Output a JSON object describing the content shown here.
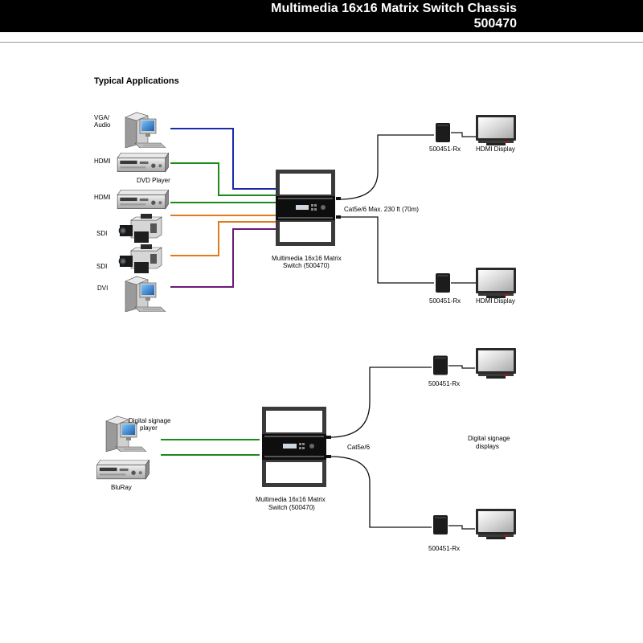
{
  "header": {
    "title": "Multimedia 16x16 Matrix Switch Chassis",
    "part_number": "500470"
  },
  "section_title": "Typical Applications",
  "colors": {
    "vga": "#1a2aa8",
    "hdmi": "#1a8a1a",
    "sdi": "#e07a1a",
    "dvi": "#6a1a78",
    "cable": "#111111"
  },
  "top_diagram": {
    "sources": [
      {
        "label": "VGA/\nAudio",
        "device": "computer-icon",
        "signal": "vga"
      },
      {
        "label": "HDMI",
        "device": "dvd-player-icon",
        "caption": "DVD Player",
        "signal": "hdmi"
      },
      {
        "label": "HDMI",
        "device": "dvd-player-icon",
        "signal": "hdmi"
      },
      {
        "label": "SDI",
        "device": "camcorder-icon",
        "signal": "sdi"
      },
      {
        "label": "SDI",
        "device": "camcorder-icon",
        "signal": "sdi"
      },
      {
        "label": "DVI",
        "device": "computer-icon",
        "signal": "dvi"
      }
    ],
    "switch_label_line1": "Multimedia 16x16 Matrix",
    "switch_label_line2": "Switch (500470)",
    "cable_label": "Cat5e/6 Max. 230 ft (70m)",
    "receivers": [
      {
        "label": "500451-Rx",
        "display": "HDMI Display"
      },
      {
        "label": "500451-Rx",
        "display": "HDMI Display"
      }
    ]
  },
  "bottom_diagram": {
    "sources": [
      {
        "label_line1": "Digital signage",
        "label_line2": "player",
        "device": "computer-icon",
        "signal": "hdmi"
      },
      {
        "label": "BluRay",
        "device": "bluray-player-icon",
        "signal": "hdmi"
      }
    ],
    "switch_label_line1": "Multimedia 16x16 Matrix",
    "switch_label_line2": "Switch (500470)",
    "cable_label": "Cat5e/6",
    "receivers": [
      {
        "label": "500451-Rx"
      },
      {
        "label": "500451-Rx"
      }
    ],
    "displays_label_line1": "Digital signage",
    "displays_label_line2": "displays"
  }
}
